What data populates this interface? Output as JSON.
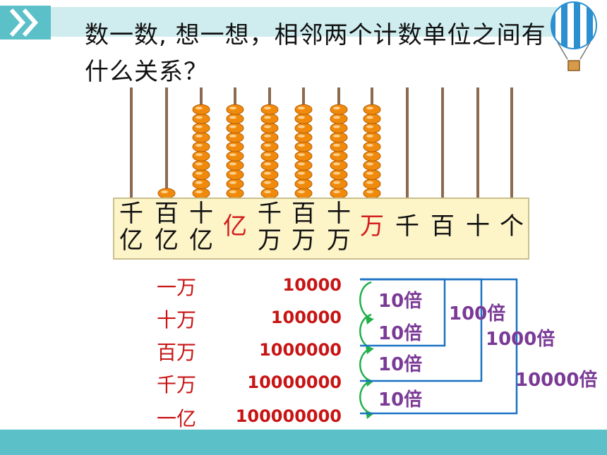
{
  "question": {
    "line1": "数一数, 想一想，相邻两个计数单位之间有",
    "line2": "什么关系？"
  },
  "abacus": {
    "places": [
      {
        "top": "千",
        "bottom": "亿",
        "beads": 0,
        "highlight": false
      },
      {
        "top": "百",
        "bottom": "亿",
        "beads": 1,
        "highlight": false
      },
      {
        "top": "十",
        "bottom": "亿",
        "beads": 10,
        "highlight": false
      },
      {
        "top": "亿",
        "bottom": "",
        "beads": 10,
        "highlight": true
      },
      {
        "top": "千",
        "bottom": "万",
        "beads": 10,
        "highlight": false
      },
      {
        "top": "百",
        "bottom": "万",
        "beads": 10,
        "highlight": false
      },
      {
        "top": "十",
        "bottom": "万",
        "beads": 10,
        "highlight": false
      },
      {
        "top": "万",
        "bottom": "",
        "beads": 10,
        "highlight": true
      },
      {
        "top": "千",
        "bottom": "",
        "beads": 0,
        "highlight": false
      },
      {
        "top": "百",
        "bottom": "",
        "beads": 0,
        "highlight": false
      },
      {
        "top": "十",
        "bottom": "",
        "beads": 0,
        "highlight": false
      },
      {
        "top": "个",
        "bottom": "",
        "beads": 0,
        "highlight": false
      }
    ],
    "bead_color": "#f08a0c",
    "rod_color": "#8b6a50"
  },
  "units": [
    {
      "name": "一万",
      "number": "10000"
    },
    {
      "name": "十万",
      "number": "100000"
    },
    {
      "name": "百万",
      "number": "1000000"
    },
    {
      "name": "千万",
      "number": "10000000"
    },
    {
      "name": "一亿",
      "number": "100000000"
    }
  ],
  "relations": {
    "adjacent": [
      "10倍",
      "10倍",
      "10倍",
      "10倍"
    ],
    "two_apart": "100倍",
    "three_apart": "1000倍",
    "four_apart": "10000倍"
  },
  "colors": {
    "red_text": "#c81414",
    "purple_text": "#7a3a96",
    "arc_green": "#22b04a",
    "bracket_blue": "#1a72c4",
    "banner": "#5cc0c8"
  }
}
